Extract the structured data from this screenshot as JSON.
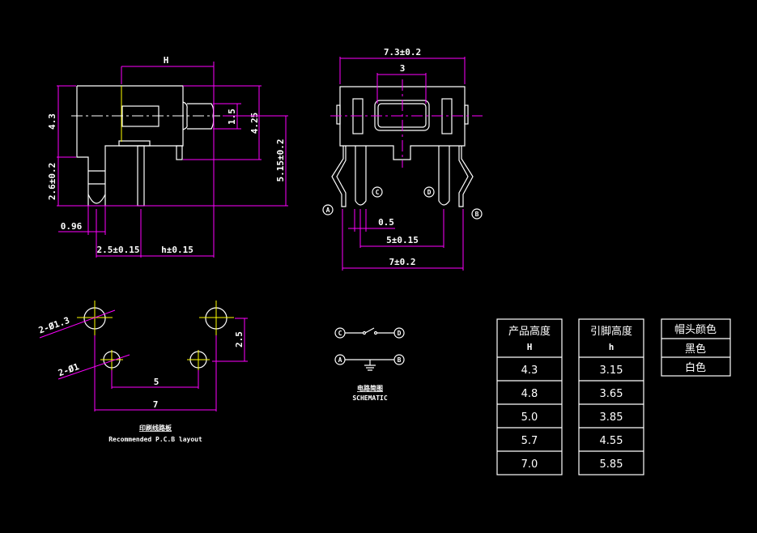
{
  "side_view": {
    "H": "H",
    "dim_43": "4.3",
    "dim_26": "2.6±0.2",
    "dim_15": "1.5",
    "dim_425": "4.25",
    "dim_515": "5.15±0.2",
    "dim_096": "0.96",
    "dim_25": "2.5±0.15",
    "dim_h": "h±0.15"
  },
  "front_view": {
    "dim_73": "7.3±0.2",
    "dim_3": "3",
    "dim_05": "0.5",
    "dim_5": "5±0.15",
    "dim_7": "7±0.2",
    "pin_a": "A",
    "pin_b": "B",
    "pin_c": "C",
    "pin_d": "D"
  },
  "pcb_layout": {
    "hole_large": "2-Ø1.3",
    "hole_small": "2-Ø1",
    "dim_5": "5",
    "dim_7": "7",
    "dim_25": "2.5",
    "title_cn": "印刷线路板",
    "title_en": "Recommended P.C.B layout"
  },
  "schematic": {
    "c": "C",
    "d": "D",
    "a": "A",
    "b": "B",
    "title_cn": "电路简图",
    "title_en": "SCHEMATIC"
  },
  "table_height": {
    "header_cn": "产品高度",
    "header_en": "H",
    "rows": [
      "4.3",
      "4.8",
      "5.0",
      "5.7",
      "7.0"
    ]
  },
  "table_pin": {
    "header_cn": "引脚高度",
    "header_en": "h",
    "rows": [
      "3.15",
      "3.65",
      "3.85",
      "4.55",
      "5.85"
    ]
  },
  "table_color": {
    "header_cn": "帽头颜色",
    "rows": [
      "黑色",
      "白色"
    ]
  },
  "colors": {
    "background": "#000000",
    "outline": "#ffffff",
    "dimension": "#ff00ff",
    "centerline": "#ffff00"
  }
}
